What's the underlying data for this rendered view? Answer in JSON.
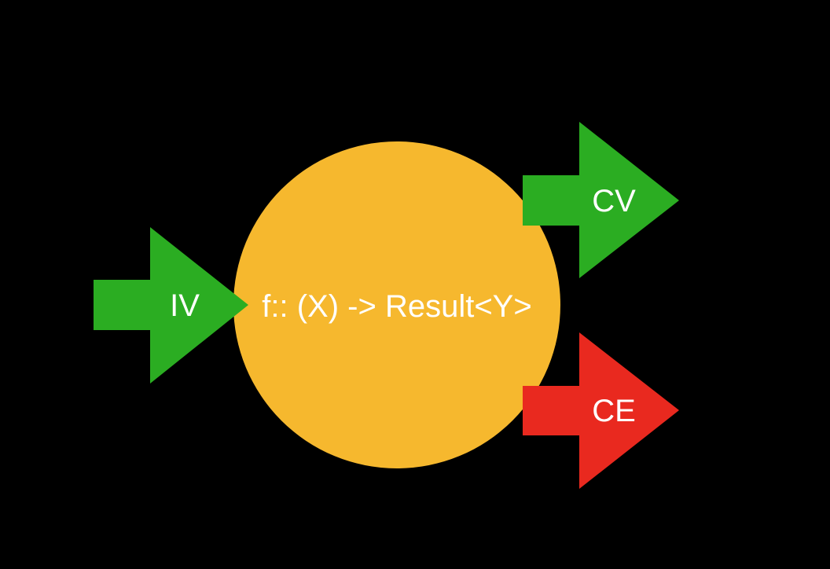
{
  "function": {
    "label": "f:: (X) -> Result<Y>",
    "color": "#F6B82E"
  },
  "input": {
    "label": "IV",
    "color": "#2BAD22"
  },
  "outputs": [
    {
      "label": "CV",
      "color": "#2BAD22"
    },
    {
      "label": "CE",
      "color": "#E9291F"
    }
  ],
  "background_color": "#000000"
}
